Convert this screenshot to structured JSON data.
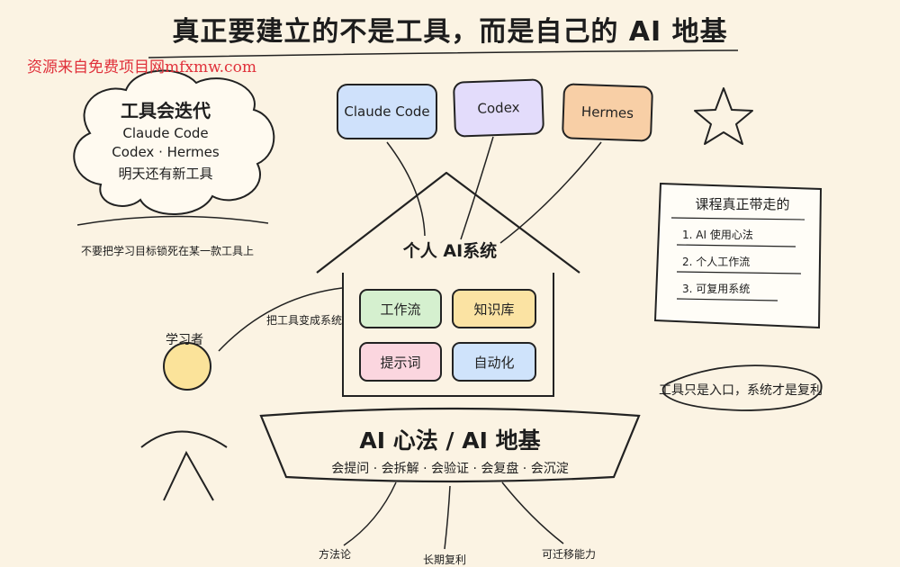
{
  "title": "真正要建立的不是工具，而是自己的 AI 地基",
  "watermark": "资源来自免费项目网mfxmw.com",
  "cloud": {
    "title": "工具会迭代",
    "lines": [
      "Claude Code",
      "Codex · Hermes",
      "明天还有新工具"
    ]
  },
  "cloud_note": "不要把学习目标锁死在某一款工具上",
  "tools": [
    {
      "label": "Claude Code",
      "color": "#cfe1fb"
    },
    {
      "label": "Codex",
      "color": "#e3dcfb"
    },
    {
      "label": "Hermes",
      "color": "#f8cfa6"
    }
  ],
  "house": {
    "title": "个人 AI系统",
    "modules": [
      {
        "label": "工作流",
        "color": "#d5f0cf"
      },
      {
        "label": "知识库",
        "color": "#fbe3a3"
      },
      {
        "label": "提示词",
        "color": "#fbd6df"
      },
      {
        "label": "自动化",
        "color": "#cfe3fb"
      }
    ]
  },
  "learner": {
    "label": "学习者",
    "arrow_label": "把工具变成系统",
    "head_color": "#fbe39a"
  },
  "foundation": {
    "title": "AI 心法 / AI 地基",
    "subtitle": "会提问 · 会拆解 · 会验证 · 会复盘 · 会沉淀",
    "roots": [
      "方法论",
      "长期复利",
      "可迁移能力"
    ]
  },
  "card": {
    "title": "课程真正带走的",
    "items": [
      "1. AI 使用心法",
      "2. 个人工作流",
      "3. 可复用系统"
    ]
  },
  "callout": "工具只是入口，系统才是复利"
}
